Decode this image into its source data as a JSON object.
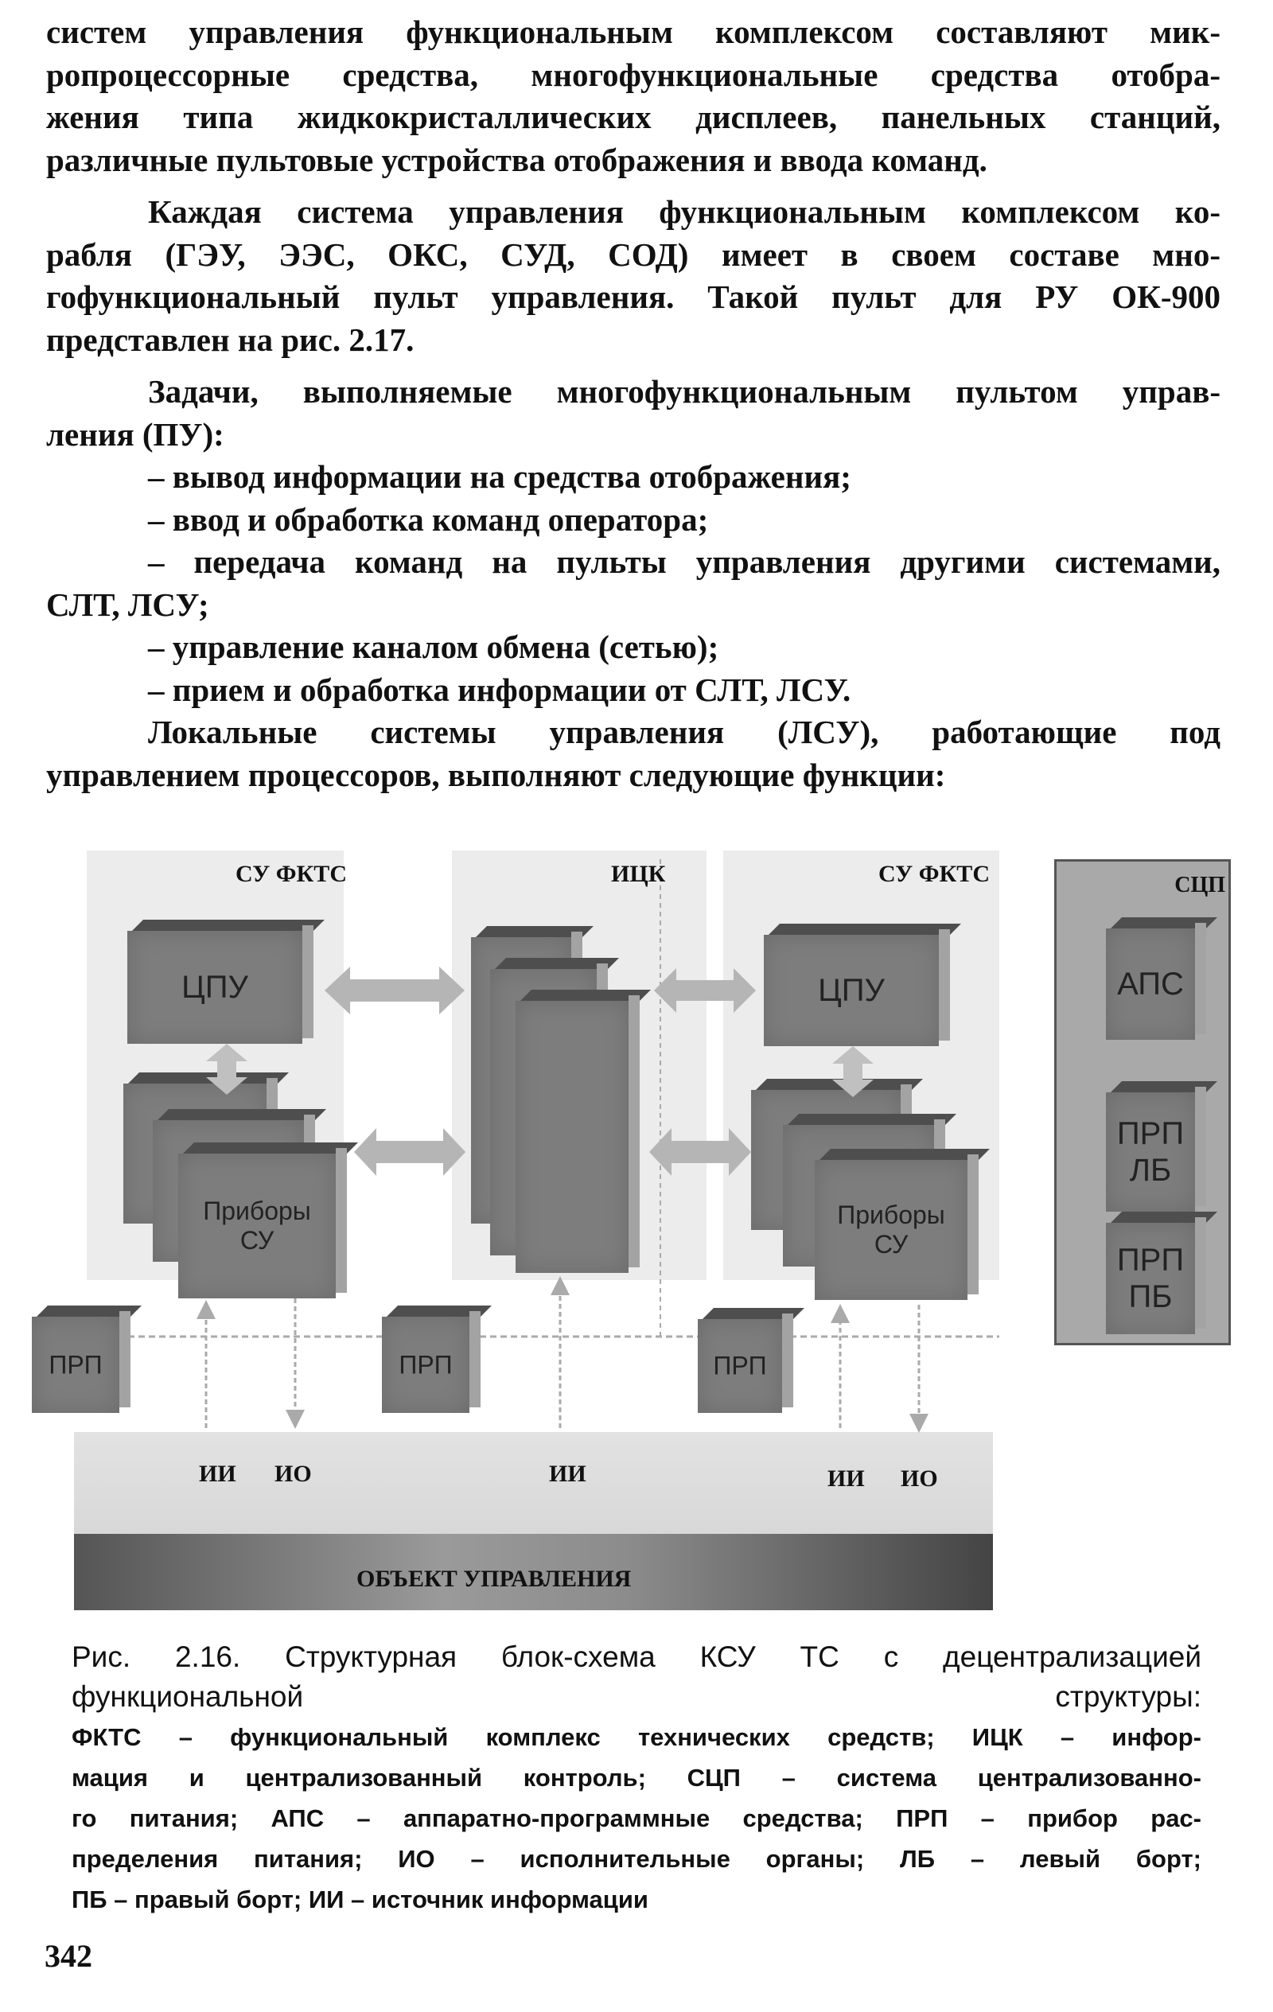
{
  "body": {
    "lines": [
      "систем управления функциональным комплексом составляют мик-",
      "ропроцессорные средства, многофункциональные средства отобра-",
      "жения типа жидкокристаллических дисплеев, панельных станций,",
      "различные пультовые устройства отображения и ввода команд.",
      "Каждая система управления функциональным комплексом ко-",
      "рабля (ГЭУ, ЭЭС, ОКС, СУД, СОД) имеет в своем составе мно-",
      "гофункциональный пульт управления. Такой пульт для РУ ОК-900",
      "представлен на рис. 2.17.",
      "Задачи, выполняемые многофункциональным пультом управ-",
      "ления (ПУ):",
      "– вывод информации на средства отображения;",
      "– ввод и обработка команд оператора;",
      "– передача команд на пульты управления другими системами,",
      "СЛТ, ЛСУ;",
      "– управление каналом обмена (сетью);",
      "– прием и обработка информации от СЛТ, ЛСУ.",
      "Локальные системы управления (ЛСУ), работающие под",
      "управлением процессоров, выполняют следующие функции:"
    ]
  },
  "diagram": {
    "group_left": "СУ ФКТС",
    "group_middle": "ИЦК",
    "group_right": "СУ ФКТС",
    "cpu_label": "ЦПУ",
    "devices_label_1": "Приборы",
    "devices_label_2": "СУ",
    "prp_label": "ПРП",
    "scp_title": "СЦП",
    "aps_label": "АПС",
    "prp_lb_1": "ПРП",
    "prp_lb_2": "ЛБ",
    "prp_pb_1": "ПРП",
    "prp_pb_2": "ПБ",
    "ii": "ИИ",
    "io": "ИО",
    "object_label": "ОБЪЕКТ УПРАВЛЕНИЯ",
    "colors": {
      "box": "#7d7d7d",
      "band": "#ececec",
      "panel": "#a9a9a9"
    }
  },
  "caption": {
    "title_lines": [
      "Рис. 2.16. Структурная блок-схема КСУ ТС с децентрализацией",
      "функциональной структуры:"
    ],
    "legend_lines": [
      "ФКТС – функциональный комплекс технических средств; ИЦК – инфор-",
      "мация и централизованный контроль; СЦП – система централизованно-",
      "го питания; АПС – аппаратно-программные средства; ПРП – прибор рас-",
      "пределения питания; ИО – исполнительные органы; ЛБ – левый борт;",
      "ПБ – правый борт; ИИ – источник информации"
    ]
  },
  "page_number": "342"
}
